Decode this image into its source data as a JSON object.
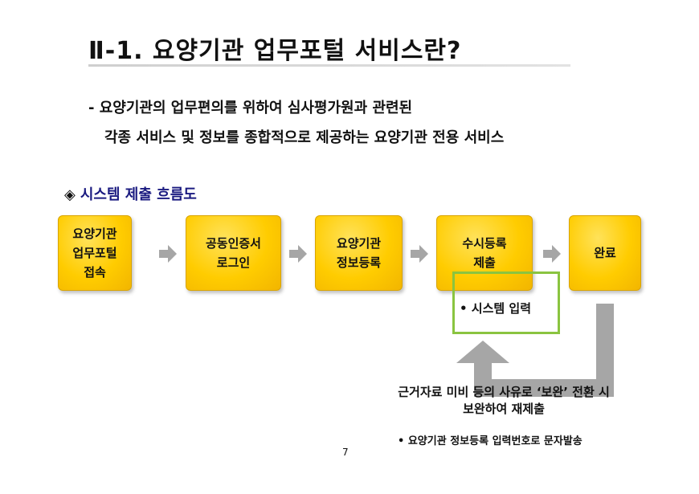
{
  "slide": {
    "title": "Ⅱ-1. 요양기관 업무포털 서비스란?",
    "description_line1": "- 요양기관의 업무편의를 위하여 심사평가원과 관련된",
    "description_line2": "각종 서비스 및 정보를 종합적으로 제공하는 요양기관 전용 서비스",
    "section_marker": "◈",
    "section_title": "시스템 제출 흐름도",
    "flow_steps": [
      "요양기관\n업무포털\n접속",
      "공동인증서\n로그인",
      "요양기관\n정보등록",
      "수시등록\n제출",
      "완료"
    ],
    "sub_step": "•  시스템 입력",
    "loop_note": "근거자료 미비 등의 사유로  ‘보완’  전환 시\n보완하여 재제출",
    "sms_note": "• 요양기관 정보등록 입력번호로 문자발송",
    "page_number": "7",
    "colors": {
      "box_fill": "#ffcc00",
      "arrow_gray": "#a6a6a6",
      "green_outline": "#8ac440",
      "section_title": "#1a1a80"
    }
  }
}
